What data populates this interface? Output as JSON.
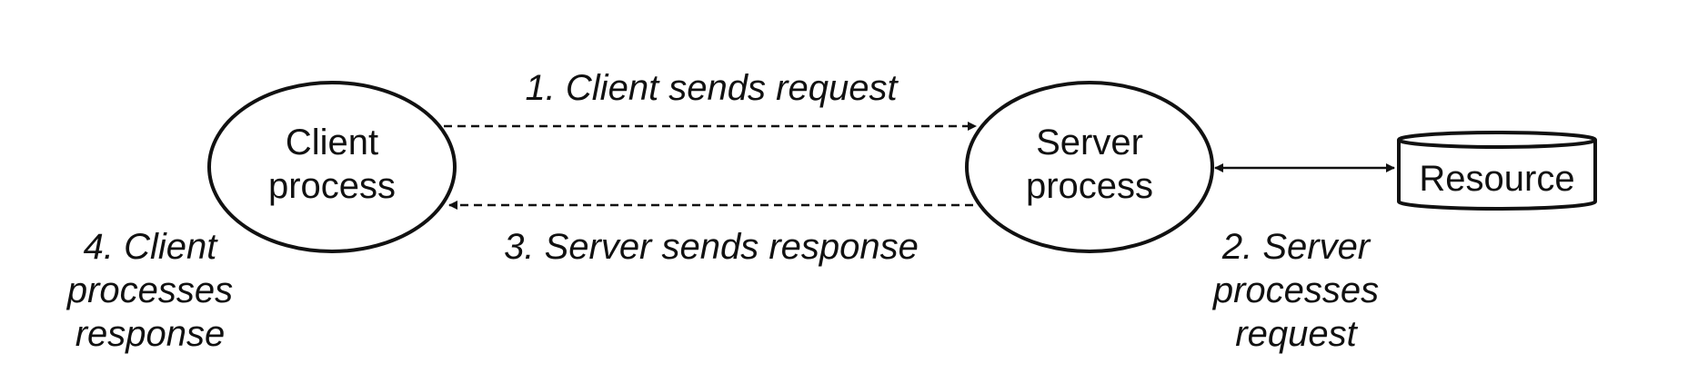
{
  "nodes": {
    "client": {
      "line1": "Client",
      "line2": "process"
    },
    "server": {
      "line1": "Server",
      "line2": "process"
    },
    "resource": {
      "label": "Resource"
    }
  },
  "steps": {
    "step1": {
      "text": "1. Client sends request"
    },
    "step2": {
      "line1": "2. Server",
      "line2": "processes",
      "line3": "request"
    },
    "step3": {
      "text": "3. Server sends response"
    },
    "step4": {
      "line1": "4. Client",
      "line2": "processes",
      "line3": "response"
    }
  },
  "colors": {
    "stroke": "#111111",
    "background": "#ffffff"
  }
}
